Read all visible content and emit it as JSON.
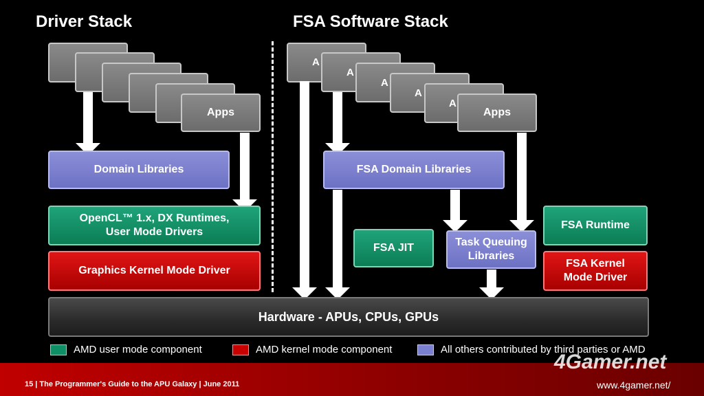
{
  "titles": {
    "left": "Driver Stack",
    "right": "FSA Software Stack"
  },
  "left": {
    "apps_label": "Apps",
    "domain_libraries": "Domain Libraries",
    "opencl_line1": "OpenCL™ 1.x, DX Runtimes,",
    "opencl_line2": "User Mode Drivers",
    "kernel_driver": "Graphics Kernel Mode Driver"
  },
  "right": {
    "apps_label": "Apps",
    "apps_partial": "A",
    "domain_libraries": "FSA Domain Libraries",
    "jit": "FSA JIT",
    "task_line1": "Task Queuing",
    "task_line2": "Libraries",
    "runtime": "FSA Runtime",
    "kernel_line1": "FSA Kernel",
    "kernel_line2": "Mode Driver"
  },
  "hardware": "Hardware - APUs, CPUs, GPUs",
  "legend": [
    {
      "label": "AMD user mode component",
      "color": "#0f8f65"
    },
    {
      "label": "AMD kernel mode component",
      "color": "#c80000"
    },
    {
      "label": "All others contributed by third parties or AMD",
      "color": "#7b7fd0"
    }
  ],
  "footer": "15  |  The Programmer's Guide to the APU Galaxy  |  June 2011",
  "watermark": {
    "brand": "4Gamer.net",
    "url": "www.4gamer.net/"
  }
}
